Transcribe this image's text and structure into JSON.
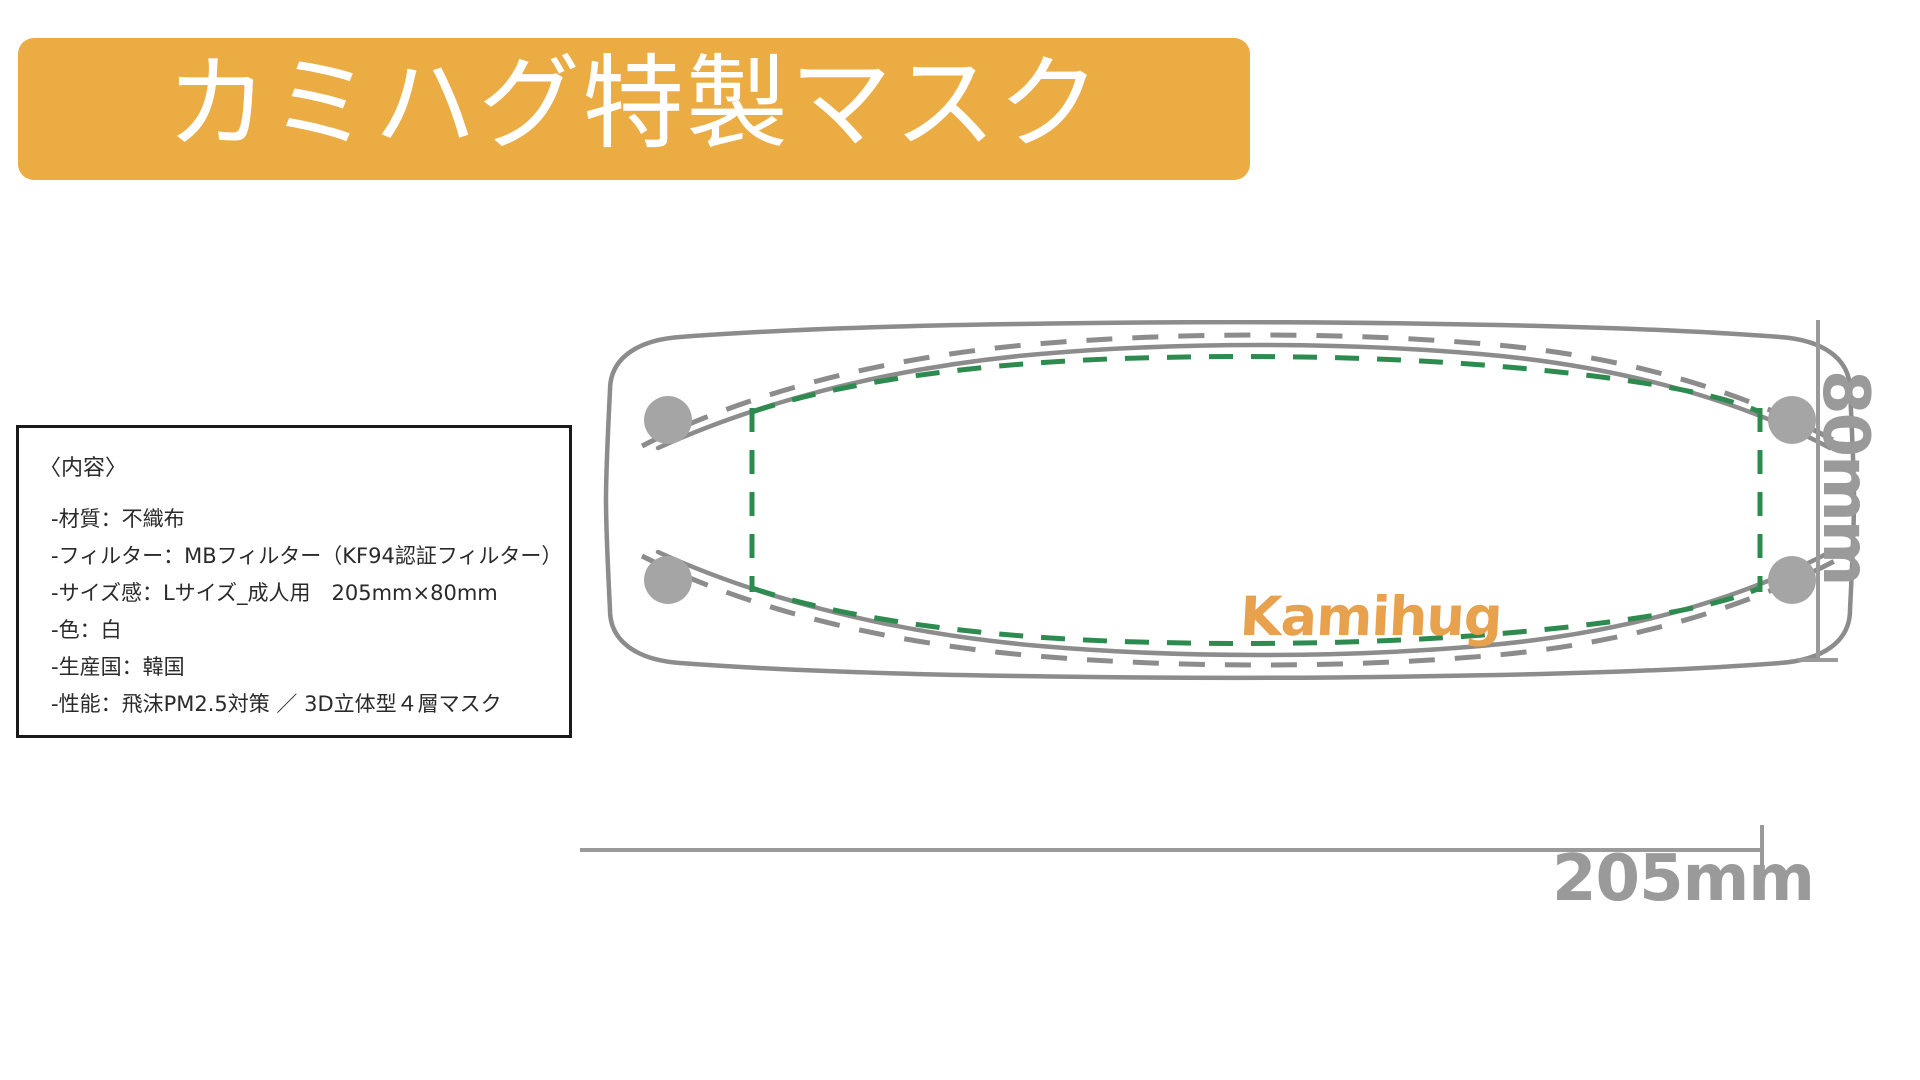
{
  "banner": {
    "title": "カミハグ特製マスク",
    "background_color": "#ebac43",
    "text_color": "#ffffff"
  },
  "info_box": {
    "heading": "〈内容〉",
    "items": [
      "-材質：不織布",
      "-フィルター：MBフィルター（KF94認証フィルター）",
      "-サイズ感：Lサイズ_成人用　205mm×80mm",
      "-色：白",
      "-生産国：韓国",
      "-性能：飛沫PM2.5対策 ／ 3D立体型４層マスク"
    ],
    "border_color": "#1a1a1a"
  },
  "diagram": {
    "brand_logo": "Kamihug",
    "brand_color": "#e8a14c",
    "outline_color": "#8c8c8c",
    "fold_line_color": "#8c8c8c",
    "print_area_color": "#2e8b4f",
    "hole_color": "#a5a5a5",
    "dimension_color": "#9a9a9a",
    "height_label": "80mm",
    "width_label": "205mm"
  }
}
